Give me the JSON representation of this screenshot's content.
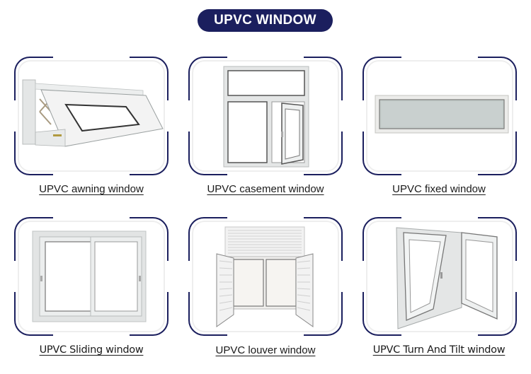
{
  "header": {
    "title": "UPVC WINDOW"
  },
  "colors": {
    "accent": "#1b1f5e",
    "card_border": "#eeeeee",
    "frame": "#e6e6e6",
    "glass_fixed": "#c8cfcf"
  },
  "products": [
    {
      "name": "UPVC awning window",
      "icon": "awning-window-image"
    },
    {
      "name": "UPVC casement window",
      "icon": "casement-window-image"
    },
    {
      "name": "UPVC fixed window",
      "icon": "fixed-window-image"
    },
    {
      "name": "UPVC Sliding window",
      "icon": "sliding-window-image"
    },
    {
      "name": "UPVC louver window",
      "icon": "louver-window-image"
    },
    {
      "name": "UPVC Turn And Tilt window",
      "icon": "turn-and-tilt-window-image"
    }
  ]
}
